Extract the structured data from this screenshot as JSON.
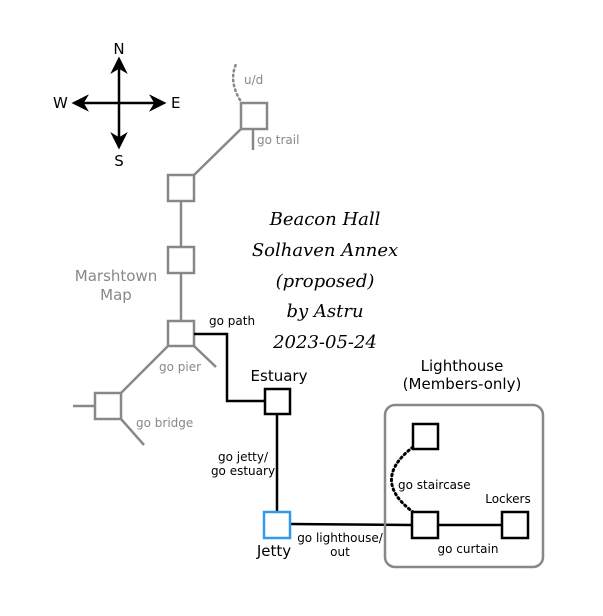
{
  "compass": {
    "north": "N",
    "south": "S",
    "east": "E",
    "west": "W"
  },
  "title": {
    "lines": [
      "Beacon Hall",
      "Solhaven Annex",
      "(proposed)",
      "by Astru",
      "2023-05-24"
    ]
  },
  "colors": {
    "gray": "#888888",
    "black": "#000000",
    "highlight": "#3399ee"
  },
  "regions": {
    "marshtown": {
      "line1": "Marshtown",
      "line2": "Map"
    },
    "lighthouse": {
      "line1": "Lighthouse",
      "line2": "(Members-only)"
    }
  },
  "rooms": {
    "estuary": "Estuary",
    "jetty": "Jetty",
    "lockers": "Lockers"
  },
  "exits": {
    "ud": "u/d",
    "go_trail": "go trail",
    "go_pier": "go pier",
    "go_bridge": "go bridge",
    "go_path": "go path",
    "go_jetty_1": "go jetty/",
    "go_jetty_2": "go estuary",
    "go_lighthouse_1": "go lighthouse/",
    "go_lighthouse_2": "out",
    "go_staircase": "go staircase",
    "go_curtain": "go curtain"
  }
}
